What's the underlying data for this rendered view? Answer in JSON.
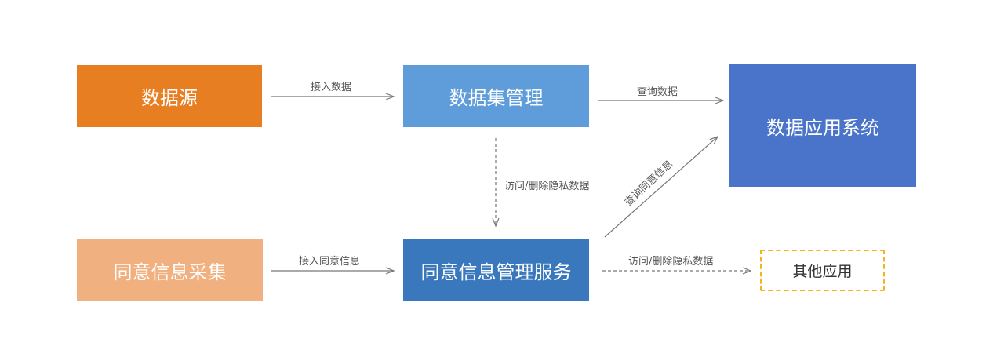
{
  "nodes": {
    "source": "数据源",
    "dataset": "数据集管理",
    "app": "数据应用系统",
    "consent": "同意信息采集",
    "service": "同意信息管理服务",
    "other": "其他应用"
  },
  "edges": {
    "ingest": "接入数据",
    "query": "查询数据",
    "access_dataset": "访问/删除隐私数据",
    "ingest_consent": "接入同意信息",
    "access_other": "访问/删除隐私数据",
    "query_consent": "查询同意信息"
  },
  "colors": {
    "source": "#E87E22",
    "dataset": "#5E9DD9",
    "app": "#4A74C9",
    "consent": "#F1B07F",
    "service": "#3A78BE",
    "other_border": "#F4B41A",
    "arrow": "#777777"
  }
}
